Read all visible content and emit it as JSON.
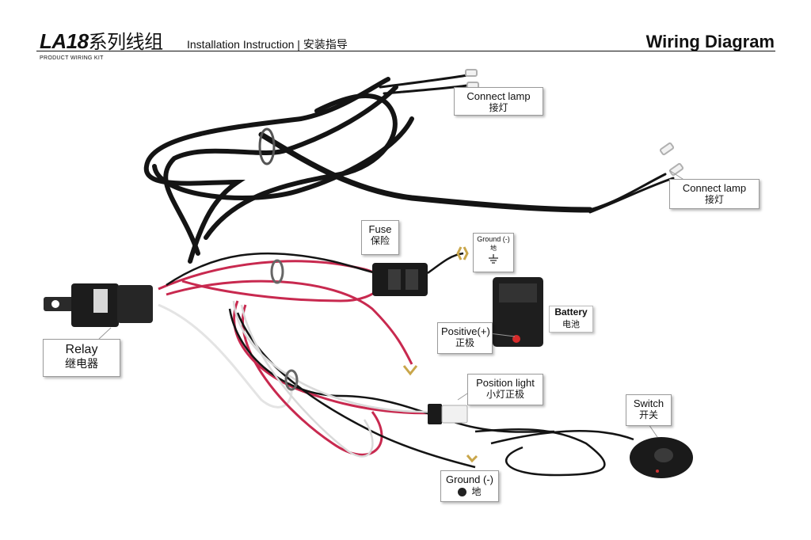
{
  "header": {
    "model": "LA18",
    "model_cn": "系列线组",
    "instruction": "Installation Instruction | 安装指导",
    "subtitle": "PRODUCT WIRING KIT",
    "title": "Wiring Diagram"
  },
  "labels": {
    "connect_lamp_1": {
      "en": "Connect lamp",
      "cn": "接灯"
    },
    "connect_lamp_2": {
      "en": "Connect lamp",
      "cn": "接灯"
    },
    "fuse": {
      "en": "Fuse",
      "cn": "保险"
    },
    "ground_top": {
      "en": "Ground (-)",
      "cn": "地"
    },
    "battery": {
      "en": "Battery",
      "cn": "电池"
    },
    "positive": {
      "en": "Positive(+)",
      "cn": "正极"
    },
    "relay": {
      "en": "Relay",
      "cn": "继电器"
    },
    "position_light": {
      "en": "Position light",
      "cn": "小灯正极"
    },
    "switch": {
      "en": "Switch",
      "cn": "开关"
    },
    "ground_bottom": {
      "en": "Ground (-)",
      "cn": "地"
    }
  },
  "colors": {
    "wire_black": "#141414",
    "wire_red": "#c8294f",
    "wire_white": "#ededed",
    "battery_terminal": "#d62b2b",
    "lug": "#c9a64a"
  }
}
